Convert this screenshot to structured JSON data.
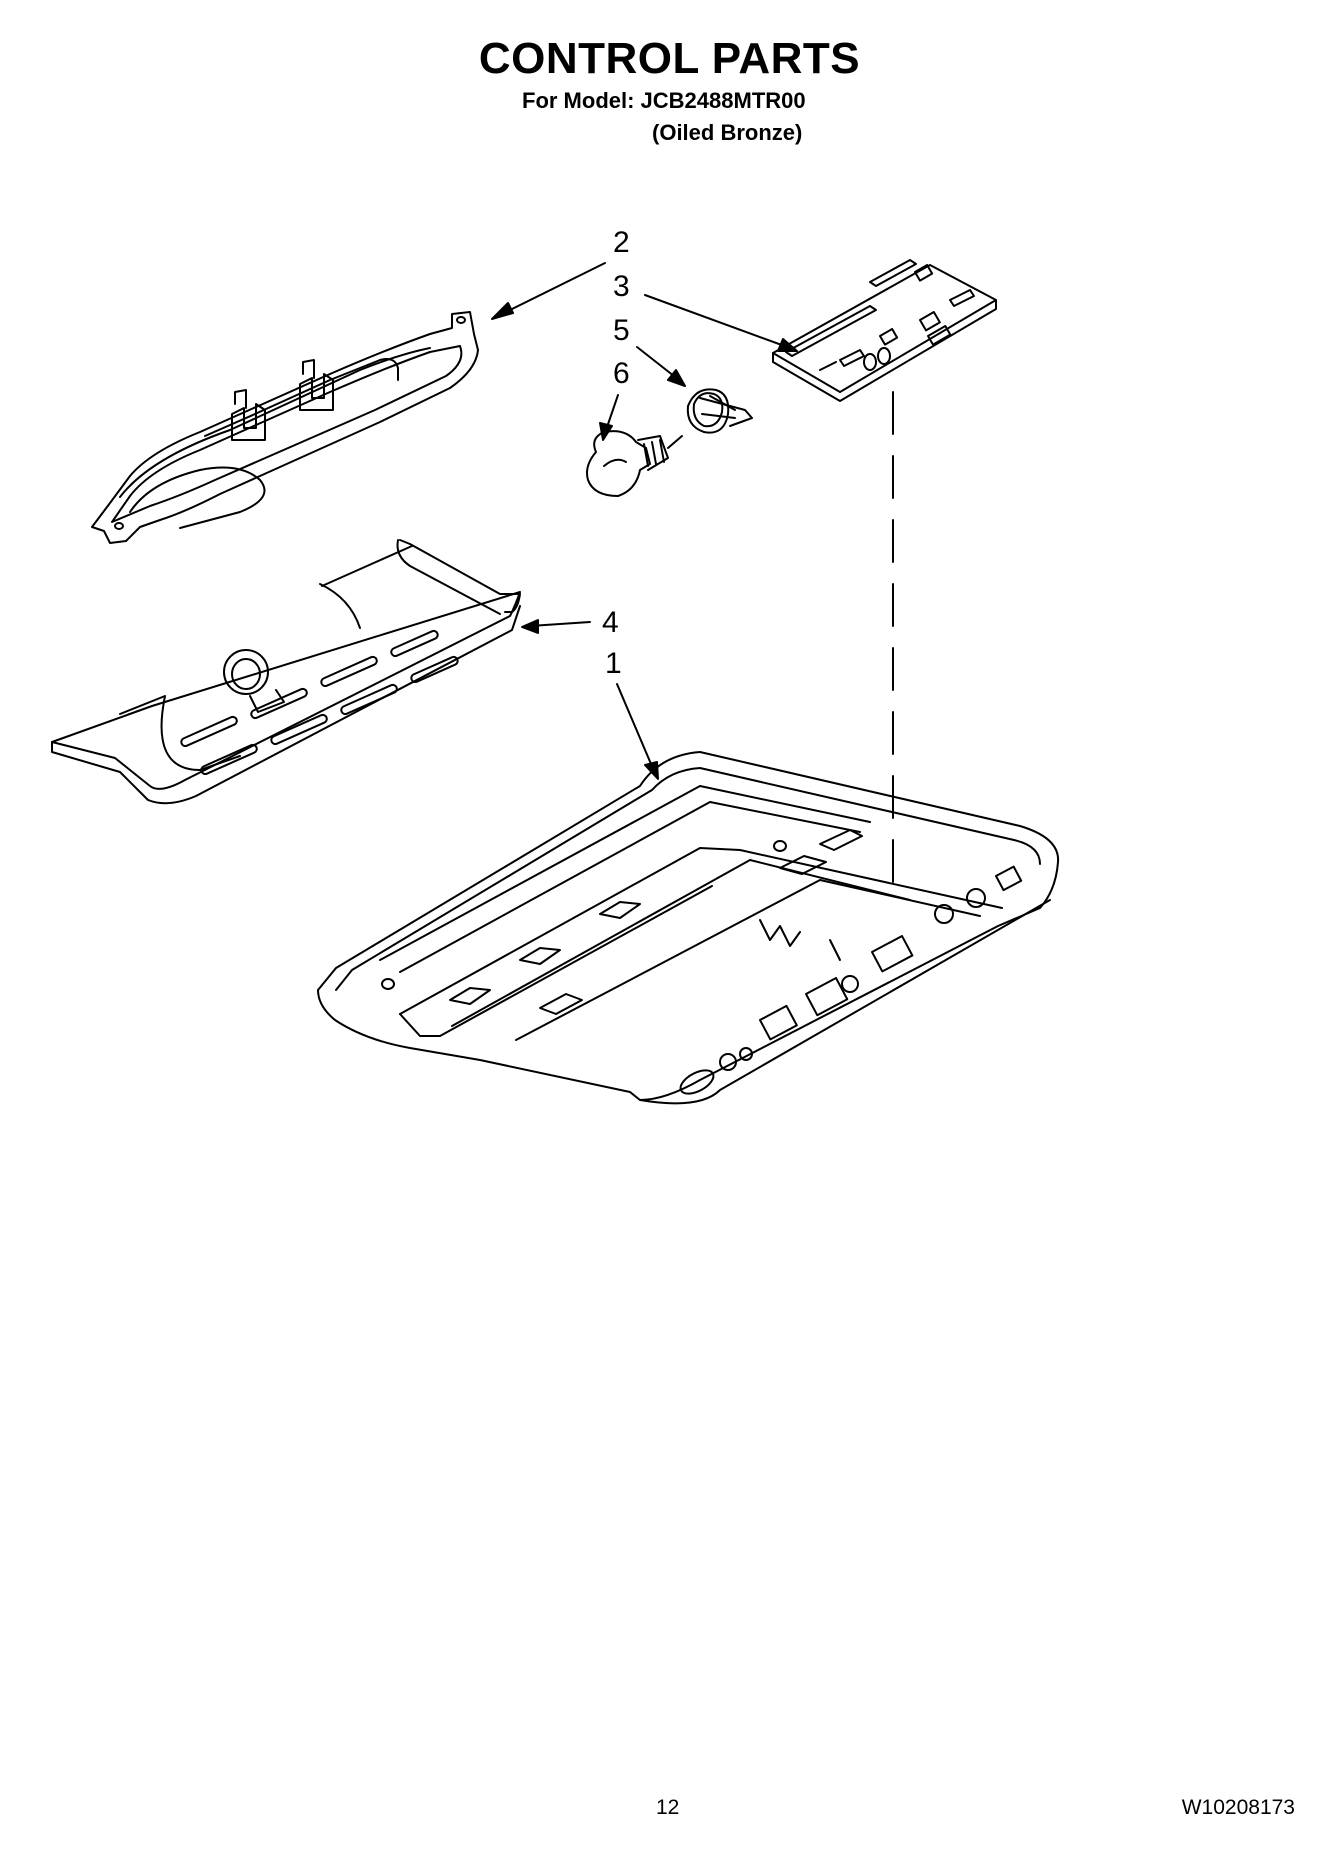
{
  "header": {
    "title": "CONTROL PARTS",
    "model": "For Model: JCB2488MTR00",
    "finish": "(Oiled Bronze)"
  },
  "callouts": [
    {
      "label": "1",
      "part": "control-panel"
    },
    {
      "label": "2",
      "part": "light-housing"
    },
    {
      "label": "3",
      "part": "control-board"
    },
    {
      "label": "4",
      "part": "light-cover"
    },
    {
      "label": "5",
      "part": "socket"
    },
    {
      "label": "6",
      "part": "bulb"
    }
  ],
  "footer": {
    "page_number": "12",
    "document_number": "W10208173"
  }
}
